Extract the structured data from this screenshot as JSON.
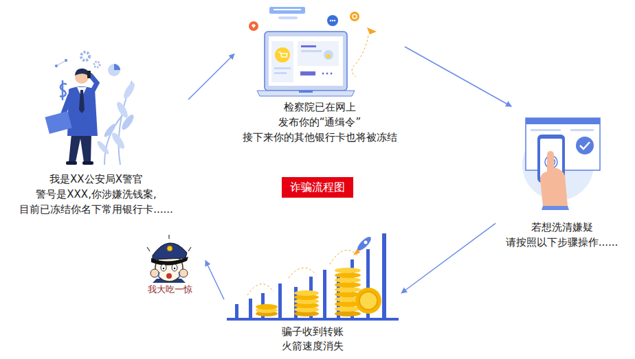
{
  "diagram": {
    "title": "诈骗流程图",
    "nodes": [
      {
        "text": [
          "我是XX公安局X警官 警号是XXX,你涉嫌洗钱案, 目前已冻结你名下常用银行卡......"
        ]
      },
      {
        "text": [
          "检察院已在网上 发布你的“通缉令” 接下来你的其他银行卡也将被冻结"
        ]
      },
      {
        "text": [
          "若想洗清嫌疑 请按照以下步骤操作......"
        ]
      },
      {
        "text": [
          "骗子收到转账 火箭速度消失"
        ]
      },
      {
        "text": [
          "我大吃一惊"
        ]
      }
    ],
    "edges": [
      {
        "from": 0,
        "to": 1,
        "arrow": "to"
      },
      {
        "from": 1,
        "to": 2,
        "arrow": "to"
      },
      {
        "from": 2,
        "to": 3,
        "arrow": "to"
      },
      {
        "from": 3,
        "to": 4,
        "arrow": "to"
      }
    ]
  }
}
